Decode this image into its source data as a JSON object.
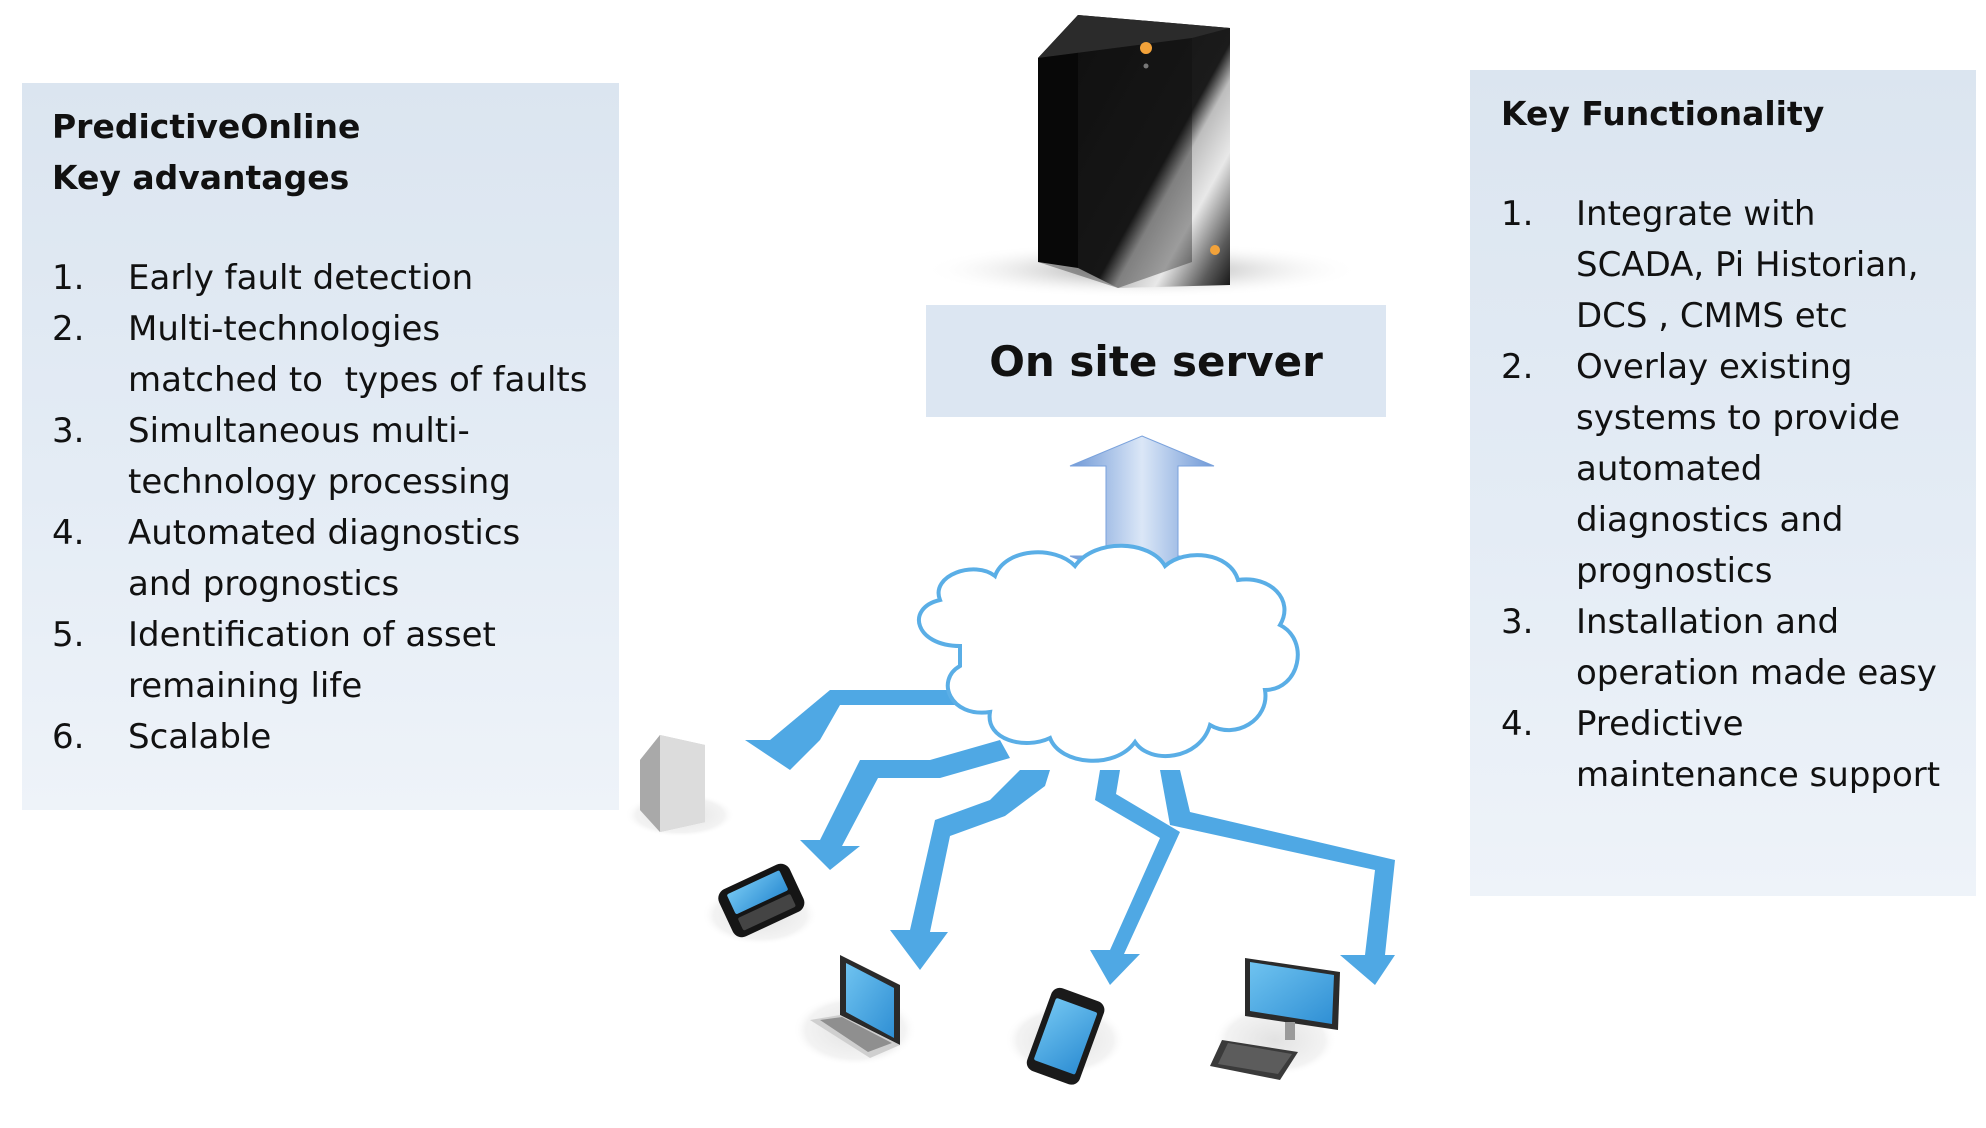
{
  "left_panel": {
    "title_lines": [
      "PredictiveOnline",
      "Key advantages"
    ],
    "items": [
      {
        "num": "1.",
        "lines": [
          "Early fault detection"
        ]
      },
      {
        "num": "2.",
        "lines": [
          "Multi-technologies",
          "matched to  types of faults"
        ]
      },
      {
        "num": "3.",
        "lines": [
          "Simultaneous multi-",
          "technology processing"
        ]
      },
      {
        "num": "4.",
        "lines": [
          "Automated diagnostics",
          "and prognostics"
        ]
      },
      {
        "num": "5.",
        "lines": [
          "Identification of asset",
          "remaining life"
        ]
      },
      {
        "num": "6.",
        "lines": [
          "Scalable"
        ]
      }
    ]
  },
  "center": {
    "server_label": "On site server"
  },
  "right_panel": {
    "title": "Key Functionality",
    "items": [
      {
        "num": "1.",
        "lines": [
          "Integrate with",
          "SCADA, Pi Historian,",
          "DCS , CMMS etc"
        ]
      },
      {
        "num": "2.",
        "lines": [
          "Overlay existing",
          "systems to provide",
          "automated",
          "diagnostics and",
          "prognostics"
        ]
      },
      {
        "num": "3.",
        "lines": [
          "Installation and",
          "operation made easy"
        ]
      },
      {
        "num": "4.",
        "lines": [
          "Predictive",
          "maintenance support"
        ]
      }
    ]
  },
  "colors": {
    "panel_fill": "#dce6f2",
    "arrow_blue": "#4fa3e0",
    "double_arrow": "#8fb3e3",
    "cloud_outline": "#5aaee6"
  },
  "icons": [
    "server-tower-icon",
    "cloud-icon",
    "double-arrow-icon",
    "storage-device-icon",
    "phone-icon",
    "laptop-icon",
    "smartphone-icon",
    "desktop-icon"
  ]
}
